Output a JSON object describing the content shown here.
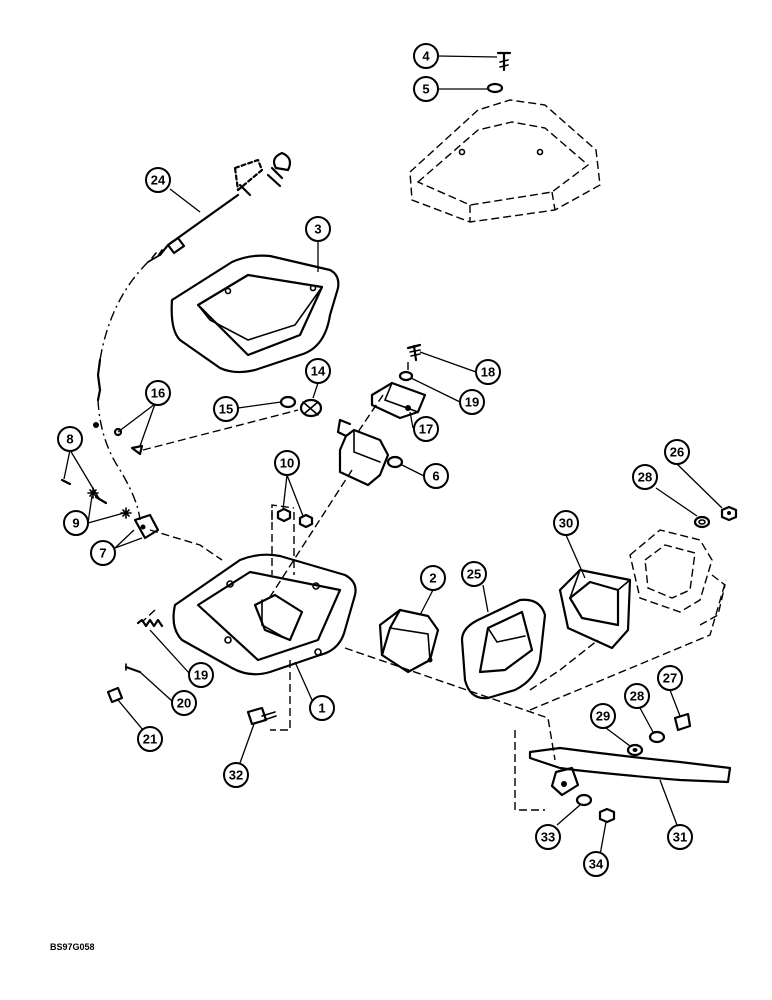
{
  "figure_code": "BS97G058",
  "callouts": [
    {
      "id": "4",
      "label": "4"
    },
    {
      "id": "5",
      "label": "5"
    },
    {
      "id": "24",
      "label": "24"
    },
    {
      "id": "3",
      "label": "3"
    },
    {
      "id": "18",
      "label": "18"
    },
    {
      "id": "14",
      "label": "14"
    },
    {
      "id": "16",
      "label": "16"
    },
    {
      "id": "15",
      "label": "15"
    },
    {
      "id": "19a",
      "label": "19"
    },
    {
      "id": "17",
      "label": "17"
    },
    {
      "id": "8",
      "label": "8"
    },
    {
      "id": "10",
      "label": "10"
    },
    {
      "id": "6",
      "label": "6"
    },
    {
      "id": "26",
      "label": "26"
    },
    {
      "id": "28a",
      "label": "28"
    },
    {
      "id": "9",
      "label": "9"
    },
    {
      "id": "30",
      "label": "30"
    },
    {
      "id": "7",
      "label": "7"
    },
    {
      "id": "2",
      "label": "2"
    },
    {
      "id": "25",
      "label": "25"
    },
    {
      "id": "19b",
      "label": "19"
    },
    {
      "id": "20",
      "label": "20"
    },
    {
      "id": "27",
      "label": "27"
    },
    {
      "id": "28b",
      "label": "28"
    },
    {
      "id": "1",
      "label": "1"
    },
    {
      "id": "29",
      "label": "29"
    },
    {
      "id": "21",
      "label": "21"
    },
    {
      "id": "32",
      "label": "32"
    },
    {
      "id": "31",
      "label": "31"
    },
    {
      "id": "33",
      "label": "33"
    },
    {
      "id": "34",
      "label": "34"
    }
  ]
}
